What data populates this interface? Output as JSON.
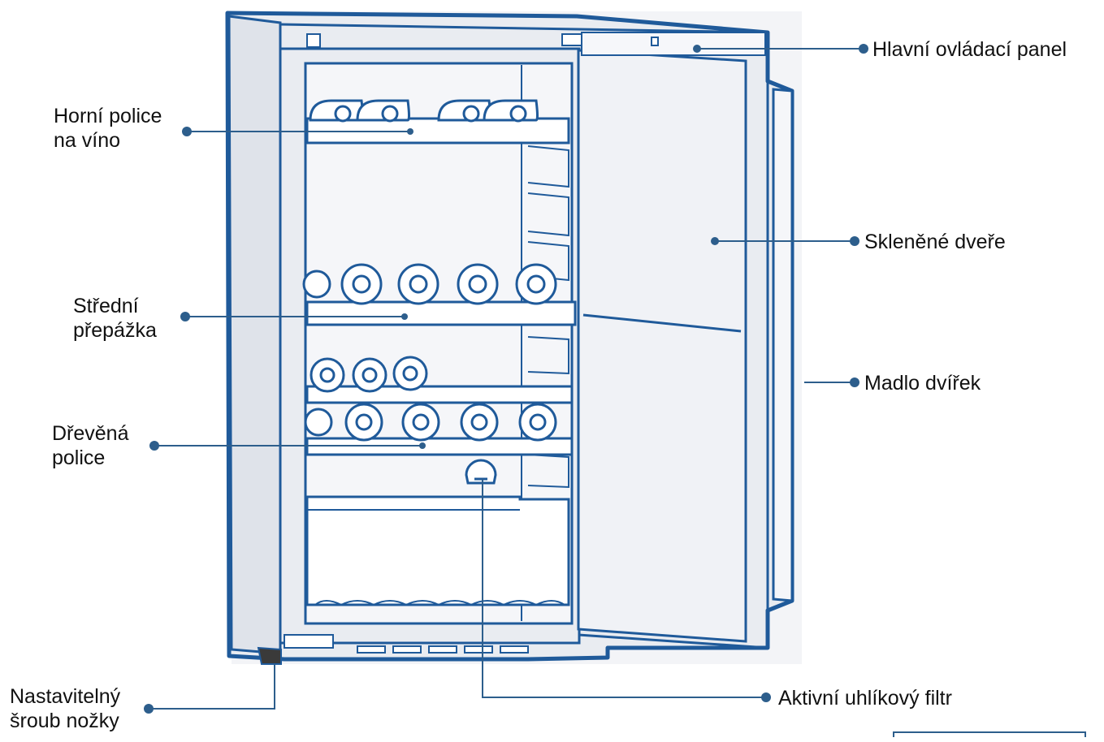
{
  "colors": {
    "outline": "#1f5a9a",
    "leader": "#2d5e8c",
    "cabinet_fill": "#eaedf2",
    "door_fill": "#f0f2f6",
    "text": "#111111"
  },
  "callouts": {
    "control_panel": {
      "lines": [
        "Hlavní ovládací panel"
      ]
    },
    "top_shelf": {
      "lines": [
        "Horní police",
        "na víno"
      ]
    },
    "glass_door": {
      "lines": [
        "Skleněné dveře"
      ]
    },
    "middle_divider": {
      "lines": [
        "Střední",
        "přepážka"
      ]
    },
    "door_handle": {
      "lines": [
        "Madlo dvířek"
      ]
    },
    "wooden_shelf": {
      "lines": [
        "Dřevěná",
        "police"
      ]
    },
    "foot_screw": {
      "lines": [
        "Nastavitelný",
        "šroub nožky"
      ]
    },
    "carbon_filter": {
      "lines": [
        "Aktivní uhlíkový filtr"
      ]
    }
  }
}
